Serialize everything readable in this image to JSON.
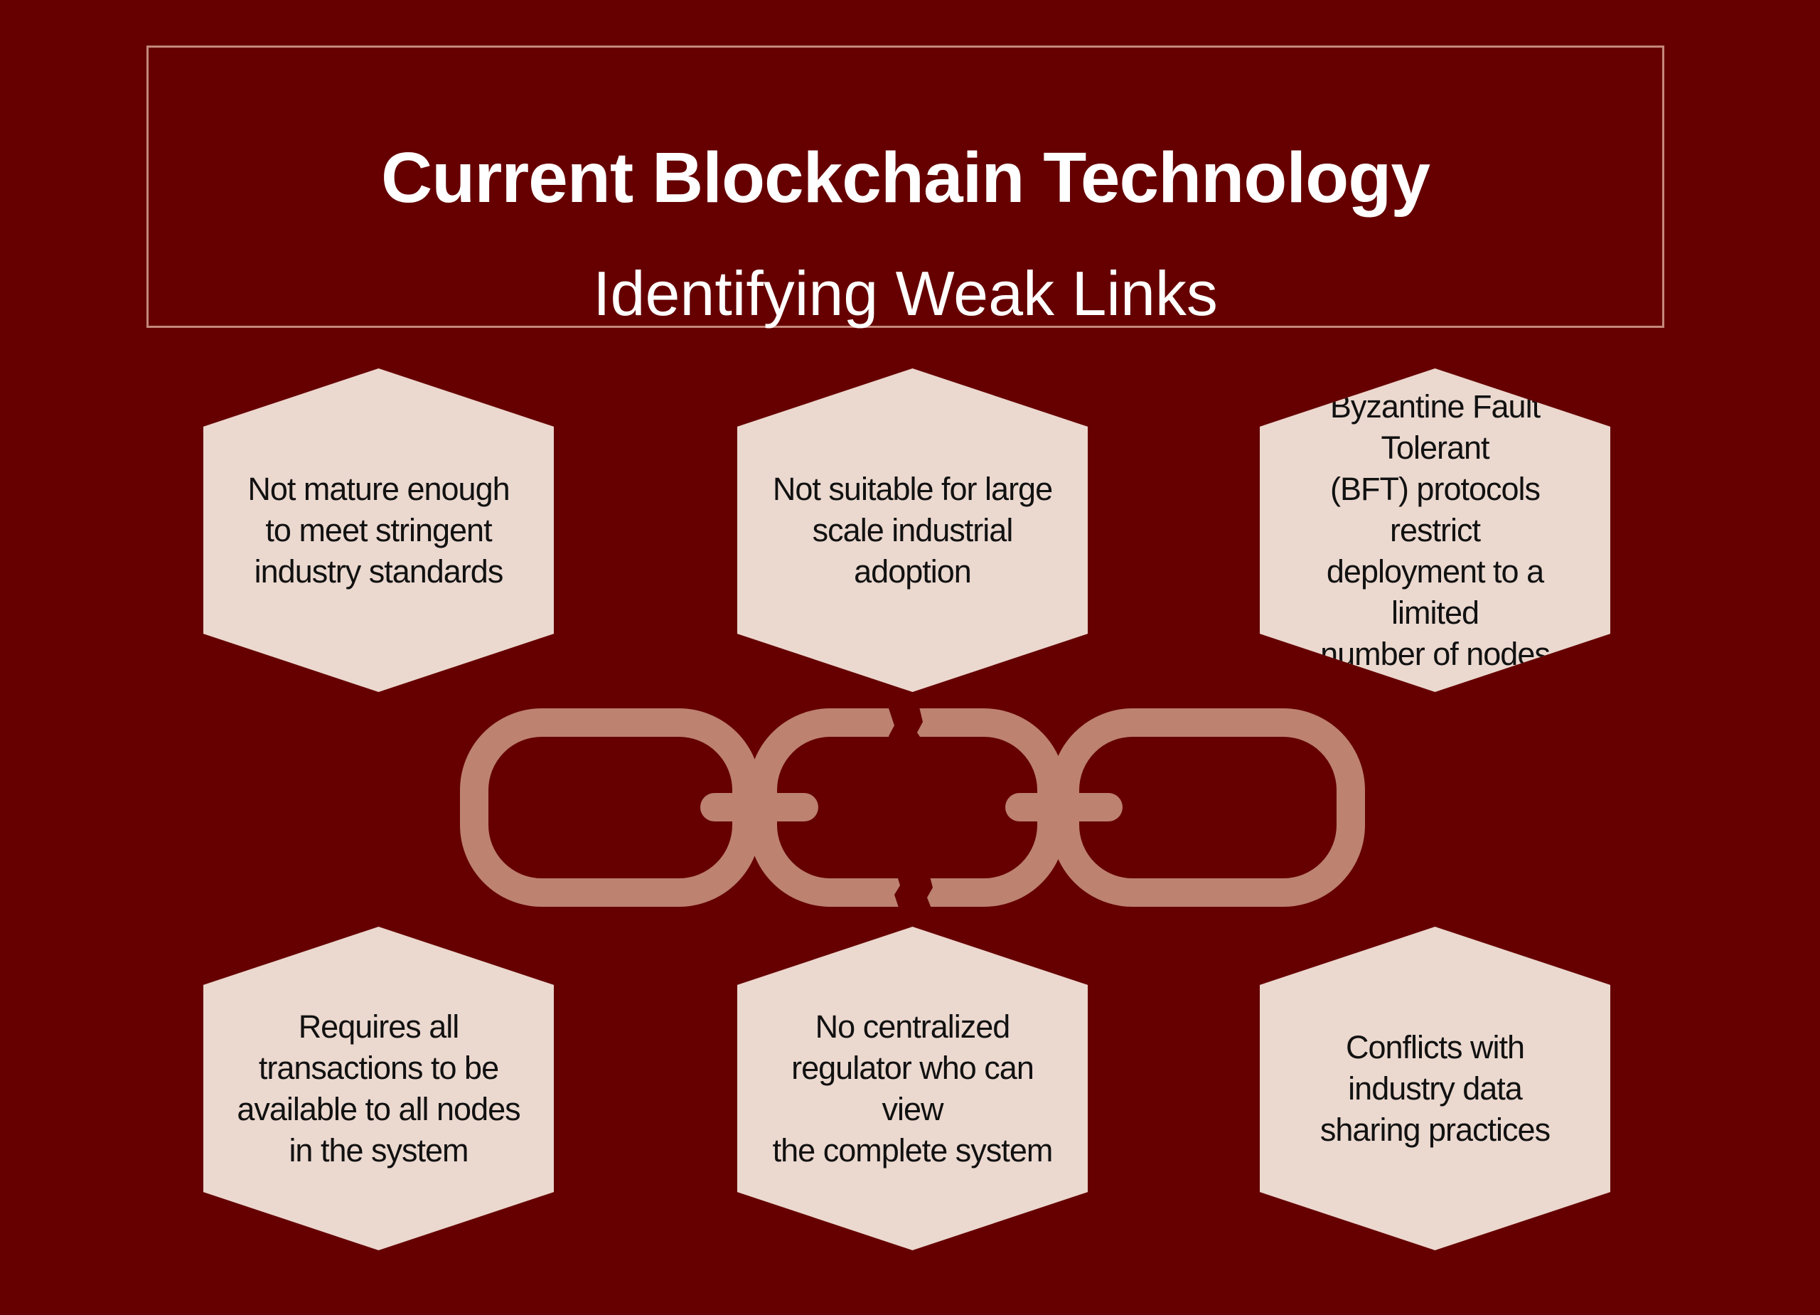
{
  "header": {
    "title": "Current Blockchain Technology",
    "subtitle": "Identifying Weak Links"
  },
  "weak_links": [
    {
      "text": "Not mature enough\nto meet stringent\nindustry standards"
    },
    {
      "text": "Not suitable for large\nscale industrial\nadoption"
    },
    {
      "text": "Byzantine Fault Tolerant\n(BFT) protocols restrict\ndeployment to a limited\nnumber of nodes"
    },
    {
      "text": "Requires all\ntransactions to be\navailable to all nodes\nin the system"
    },
    {
      "text": "No centralized\nregulator who can view\nthe complete system"
    },
    {
      "text": "Conflicts with\nindustry data\nsharing practices"
    }
  ],
  "colors": {
    "background": "#660000",
    "hexagon": "#ebd8cf",
    "chain": "#bd8270",
    "border": "#c4887a"
  },
  "icons": {
    "chain": "broken-chain-icon"
  }
}
